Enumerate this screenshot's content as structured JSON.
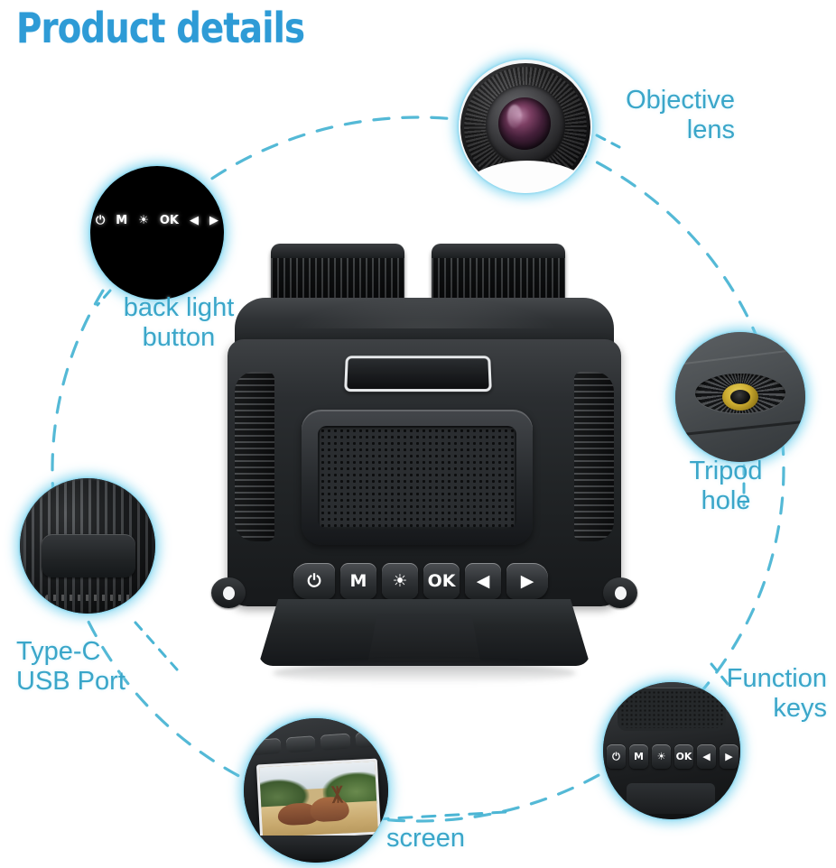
{
  "page": {
    "title": "Product details",
    "background_color": "#ffffff",
    "title_color": "#2e9bd6",
    "accent_color": "#3aa6c9",
    "connector_color": "#4bb5d4"
  },
  "callouts": [
    {
      "id": "objective-lens",
      "label": "Objective\nlens",
      "position": "top-right"
    },
    {
      "id": "back-light-button",
      "label": "back light\nbutton",
      "position": "top-left"
    },
    {
      "id": "tripod-hole",
      "label": "Tripod\nhole",
      "position": "right"
    },
    {
      "id": "type-c-usb-port",
      "label": "Type-C\nUSB Port",
      "position": "left"
    },
    {
      "id": "function-keys",
      "label": "Function\nkeys",
      "position": "bottom-right"
    },
    {
      "id": "screen",
      "label": "screen",
      "position": "bottom-center"
    }
  ],
  "device": {
    "name": "night-vision-binoculars",
    "body_color": "#24272a",
    "buttons": [
      {
        "name": "power-button",
        "glyph": "⏻"
      },
      {
        "name": "mode-button",
        "glyph": "M"
      },
      {
        "name": "brightness-button",
        "glyph": "☀"
      },
      {
        "name": "ok-button",
        "glyph": "OK"
      },
      {
        "name": "left-button",
        "glyph": "◀"
      },
      {
        "name": "right-button",
        "glyph": "▶"
      }
    ]
  },
  "backlight_bubble": {
    "keys": [
      "⏻",
      "M",
      "☀",
      "OK",
      "◀",
      "▶"
    ]
  },
  "function_bubble": {
    "keys": [
      "⏻",
      "M",
      "☀",
      "OK",
      "◀",
      "▶"
    ]
  }
}
